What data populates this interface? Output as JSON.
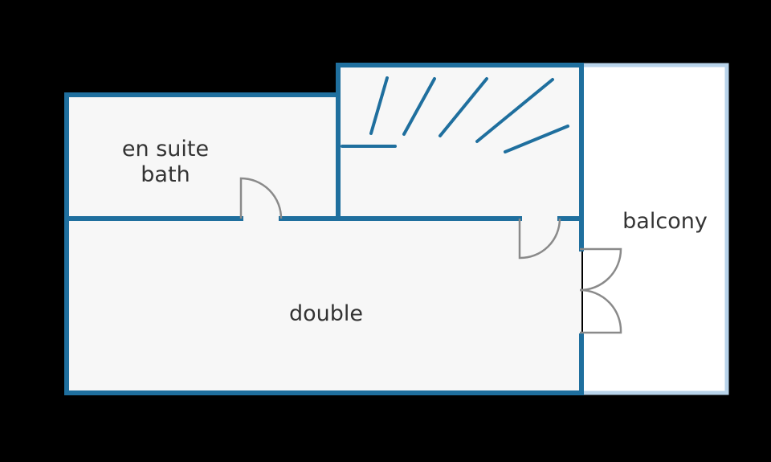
{
  "rooms": {
    "en_suite": {
      "line1": "en suite",
      "line2": "bath"
    },
    "double": "double",
    "balcony": "balcony"
  },
  "colors": {
    "background": "#000000",
    "floor": "#f7f7f7",
    "wall": "#1f6f9e",
    "balcony_wall": "#b8d3ea",
    "balcony_floor": "#ffffff",
    "door": "#8a8a8a",
    "label": "#333333"
  }
}
